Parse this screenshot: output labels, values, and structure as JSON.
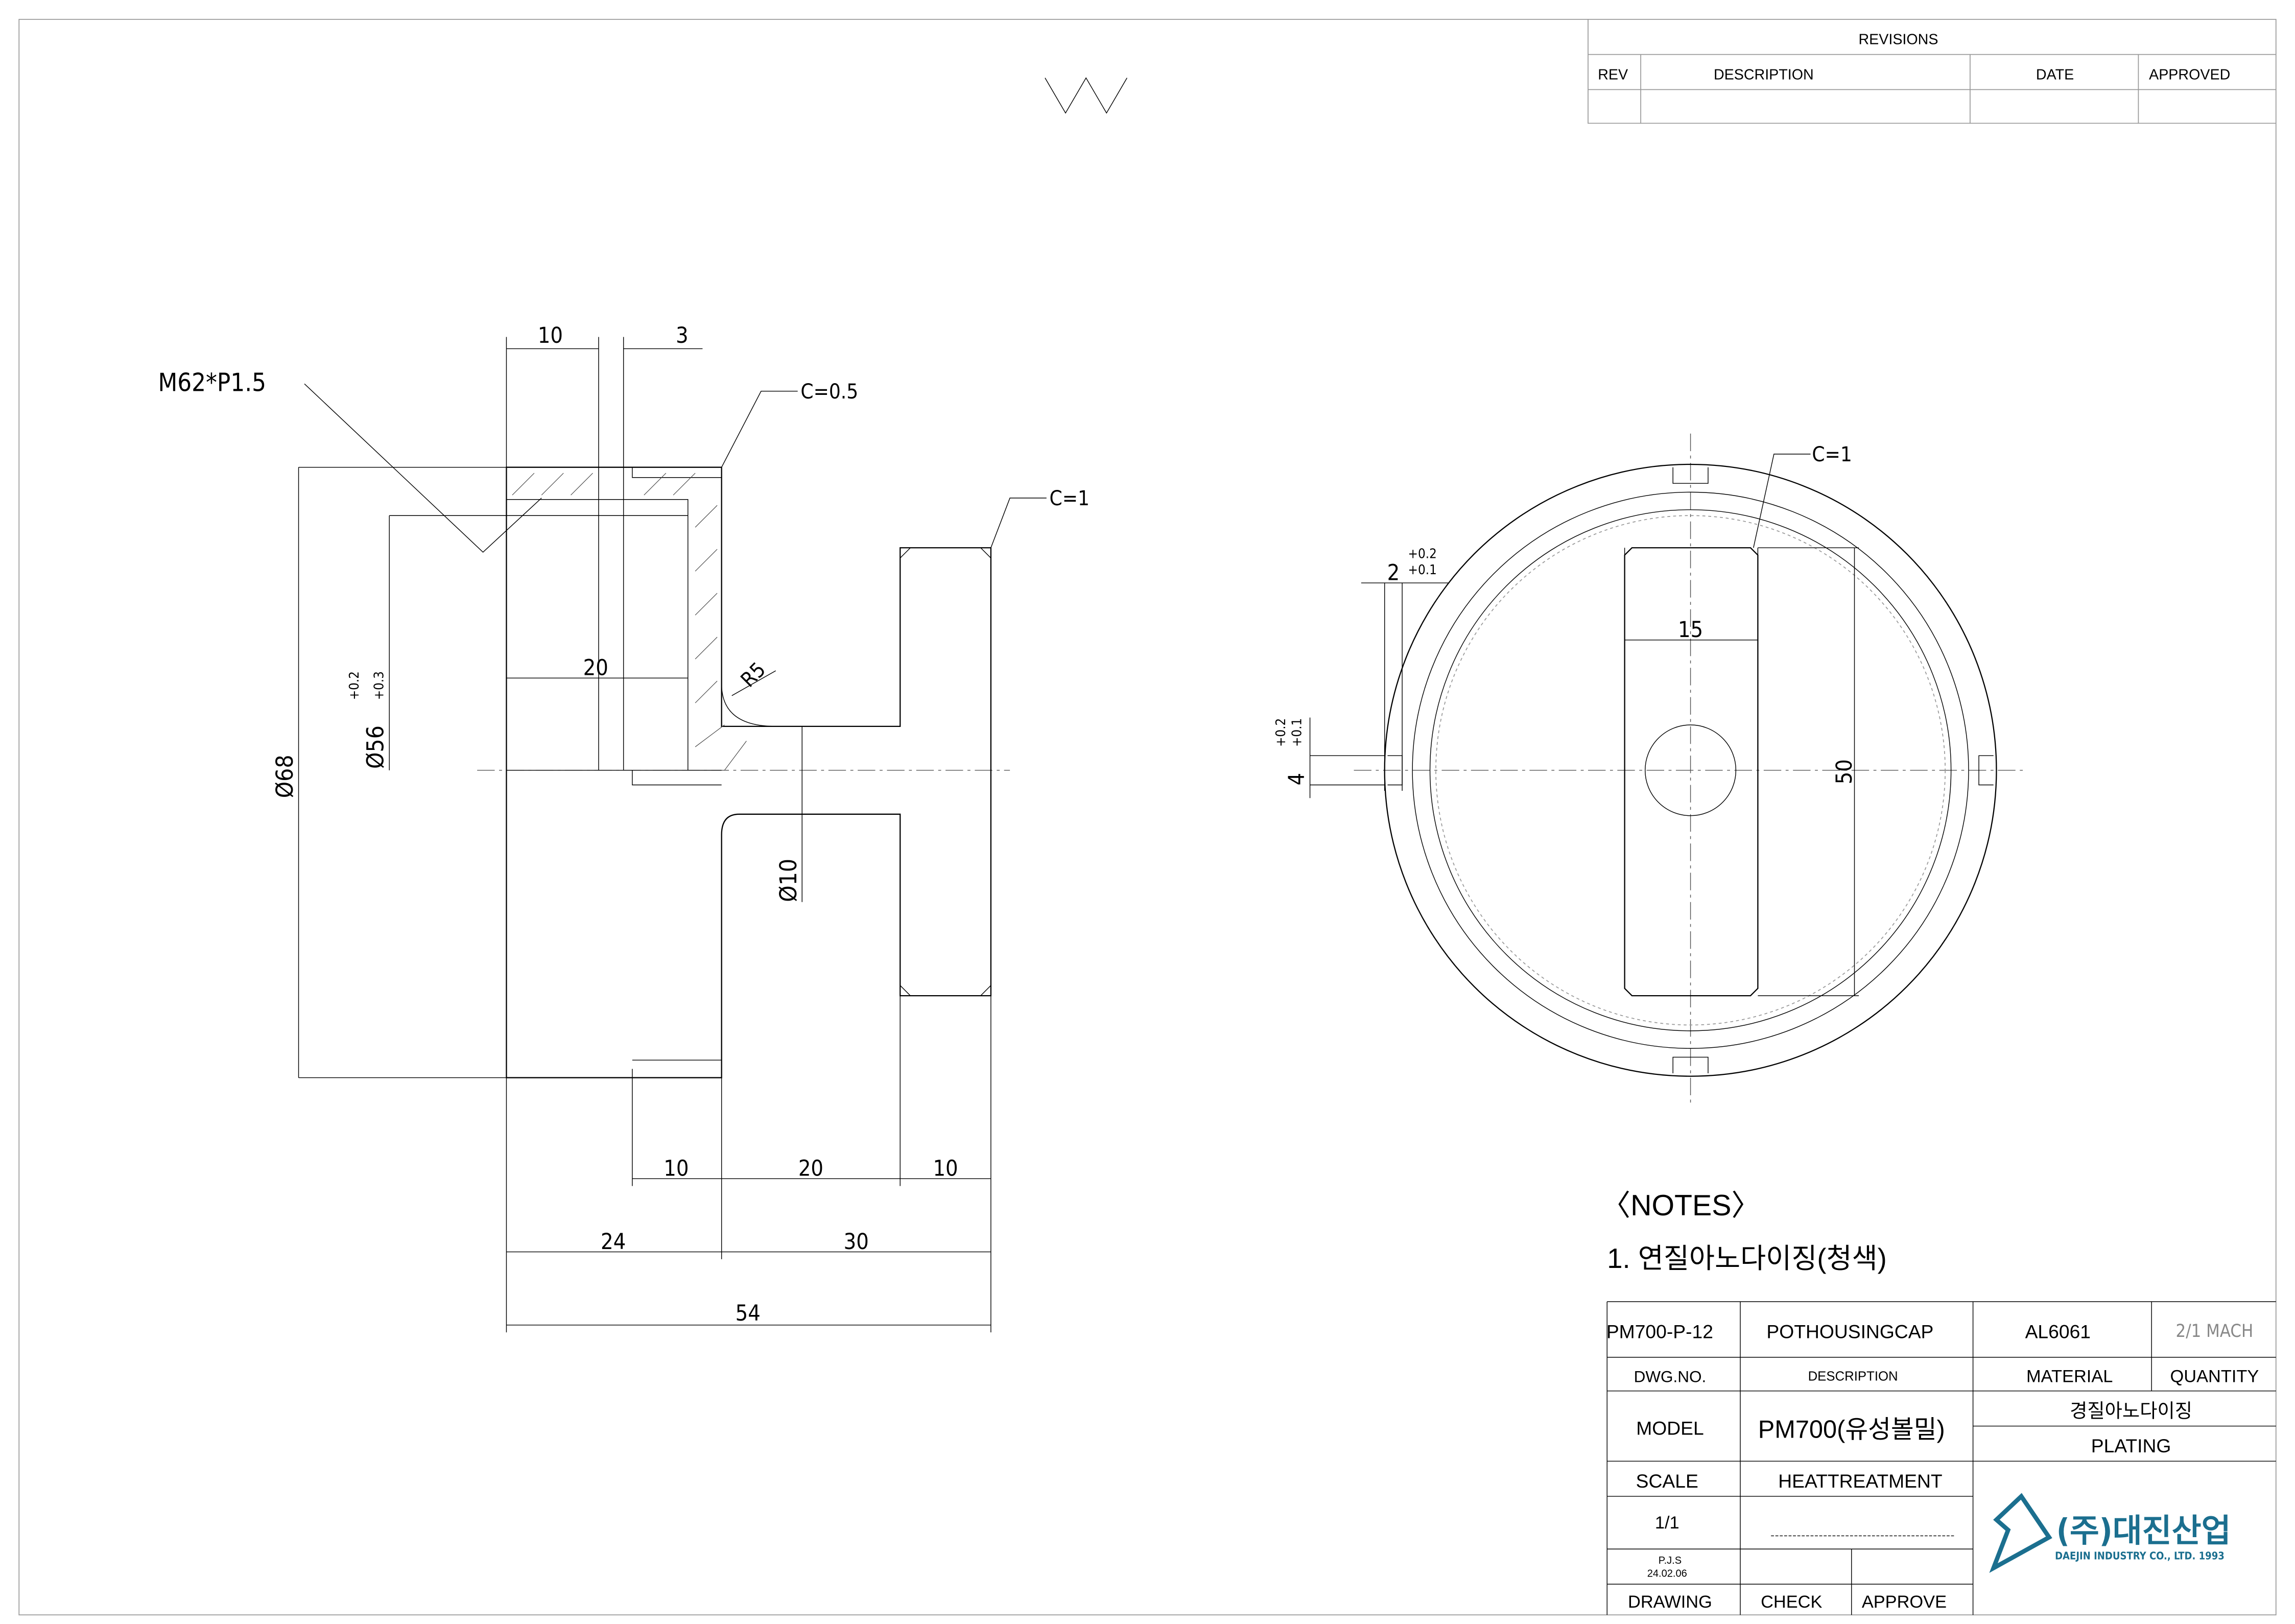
{
  "revisions": {
    "title": "REVISIONS",
    "headers": [
      "REV",
      "DESCRIPTION",
      "DATE",
      "APPROVED"
    ]
  },
  "side_view": {
    "thread": "M62*P1.5",
    "chamfer_05": "C=0.5",
    "chamfer_1": "C=1",
    "r5": "R5",
    "d68": "Ø68",
    "d56": "Ø56",
    "d56_tol_upper": "+0.2",
    "d56_tol_lower": "+0.3",
    "d10": "Ø10",
    "dims": {
      "top10": "10",
      "top3": "3",
      "inner20": "20",
      "b10a": "10",
      "b20": "20",
      "b10b": "10",
      "b24": "24",
      "b30": "30",
      "b54": "54"
    }
  },
  "front_view": {
    "chamfer": "C=1",
    "w15": "15",
    "h50": "50",
    "slot2": "2",
    "slot2_tol_upper": "+0.2",
    "slot2_tol_lower": "+0.1",
    "slot4": "4",
    "slot4_tol_upper": "+0.2",
    "slot4_tol_lower": "+0.1"
  },
  "notes": {
    "title": "〈NOTES〉",
    "items": [
      "1. 연질아노다이징(청색)"
    ]
  },
  "title_block": {
    "dwg_no": "PM700-P-12",
    "description": "POTHOUSINGCAP",
    "material": "AL6061",
    "quantity": "2/1 MACH",
    "dwg_no_label": "DWG.NO.",
    "description_label": "DESCRIPTION",
    "material_label": "MATERIAL",
    "quantity_label": "QUANTITY",
    "model_label": "MODEL",
    "model": "PM700(유성볼밀)",
    "plating_value": "경질아노다이징",
    "plating_label": "PLATING",
    "scale_label": "SCALE",
    "heat_label": "HEATTREATMENT",
    "scale": "1/1",
    "drawer": "P.J.S",
    "date": "24.02.06",
    "drawing_label": "DRAWING",
    "check_label": "CHECK",
    "approve_label": "APPROVE",
    "company": "(주)대진산업",
    "company_en": "DAEJIN INDUSTRY CO., LTD. 1993",
    "brand_color": "#1b6f8f"
  }
}
